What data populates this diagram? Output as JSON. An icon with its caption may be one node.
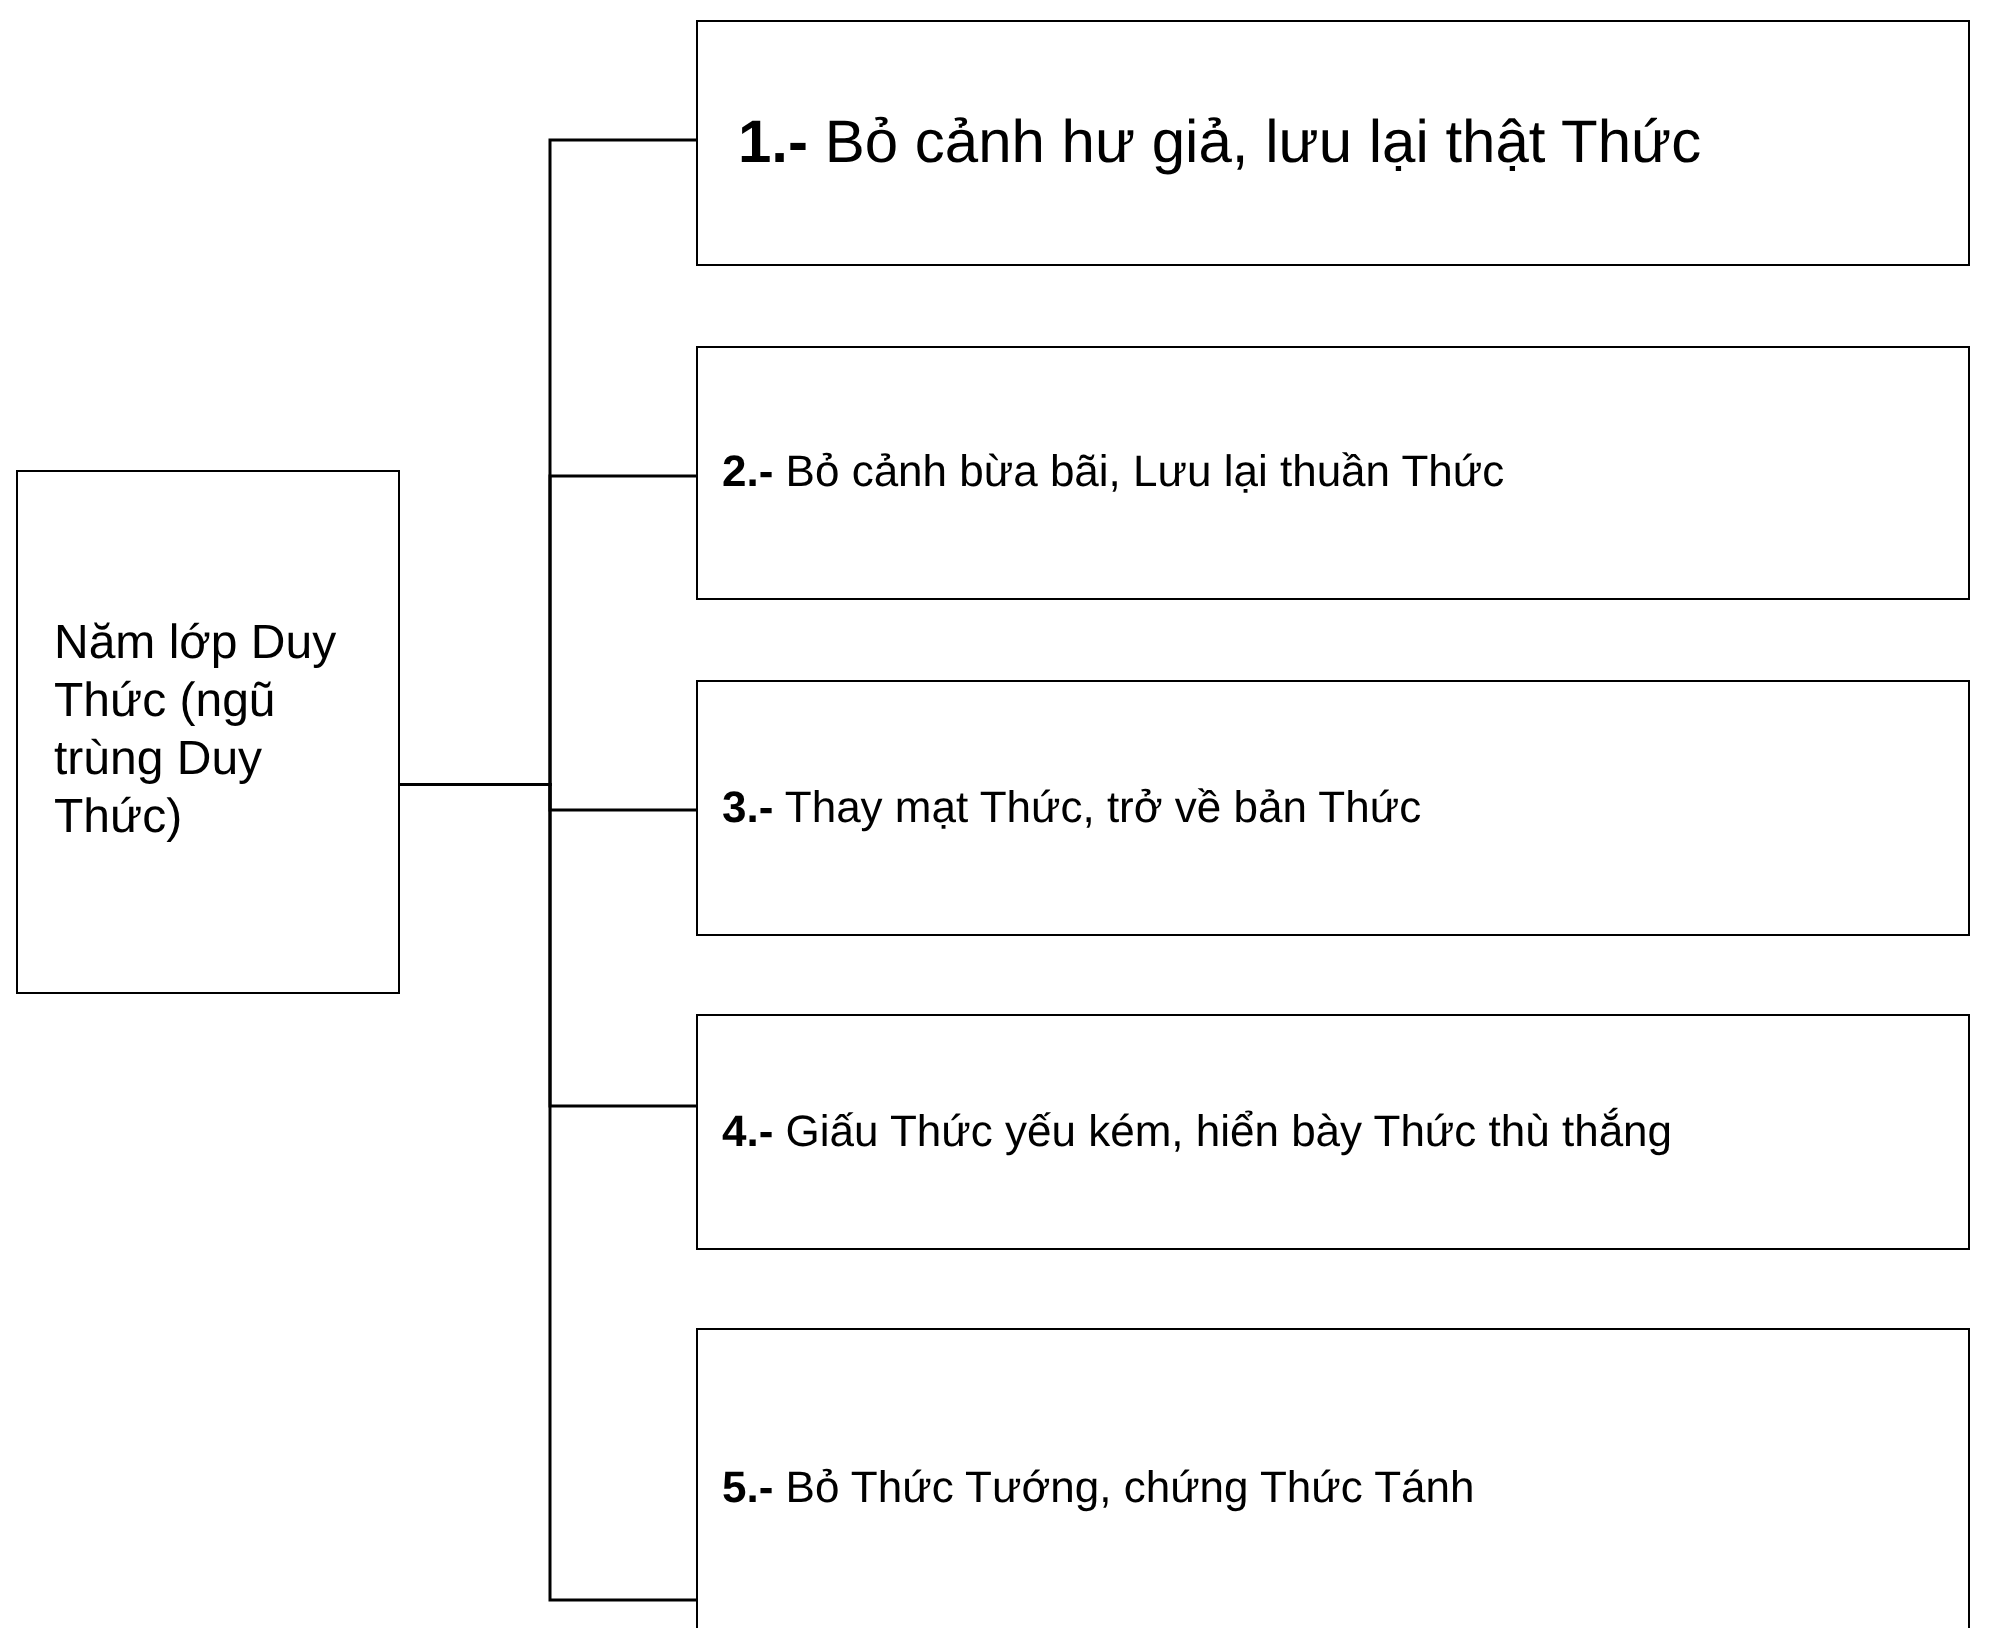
{
  "diagram": {
    "nodes": [
      {
        "text": [
          "Năm lớp Duy Thức (ngũ trùng Duy Thức)"
        ]
      },
      {
        "text": [
          "**1.-** Bỏ cảnh hư giả, lưu lại thật Thức"
        ]
      },
      {
        "text": [
          "**2.-**  Bỏ cảnh bừa bãi, Lưu lại thuần Thức"
        ]
      },
      {
        "text": [
          "**3.-** Thay mạt Thức, trở về bản Thức"
        ]
      },
      {
        "text": [
          "**4.-** Giấu Thức yếu kém, hiển bày Thức thù thắng"
        ]
      },
      {
        "text": [
          "**5.-** Bỏ Thức Tướng, chứng Thức Tánh"
        ]
      }
    ],
    "edges": [
      {
        "from": 0,
        "to": 1,
        "arrow": "none"
      },
      {
        "from": 0,
        "to": 2,
        "arrow": "none"
      },
      {
        "from": 0,
        "to": 3,
        "arrow": "none"
      },
      {
        "from": 0,
        "to": 4,
        "arrow": "none"
      },
      {
        "from": 0,
        "to": 5,
        "arrow": "none"
      }
    ]
  }
}
